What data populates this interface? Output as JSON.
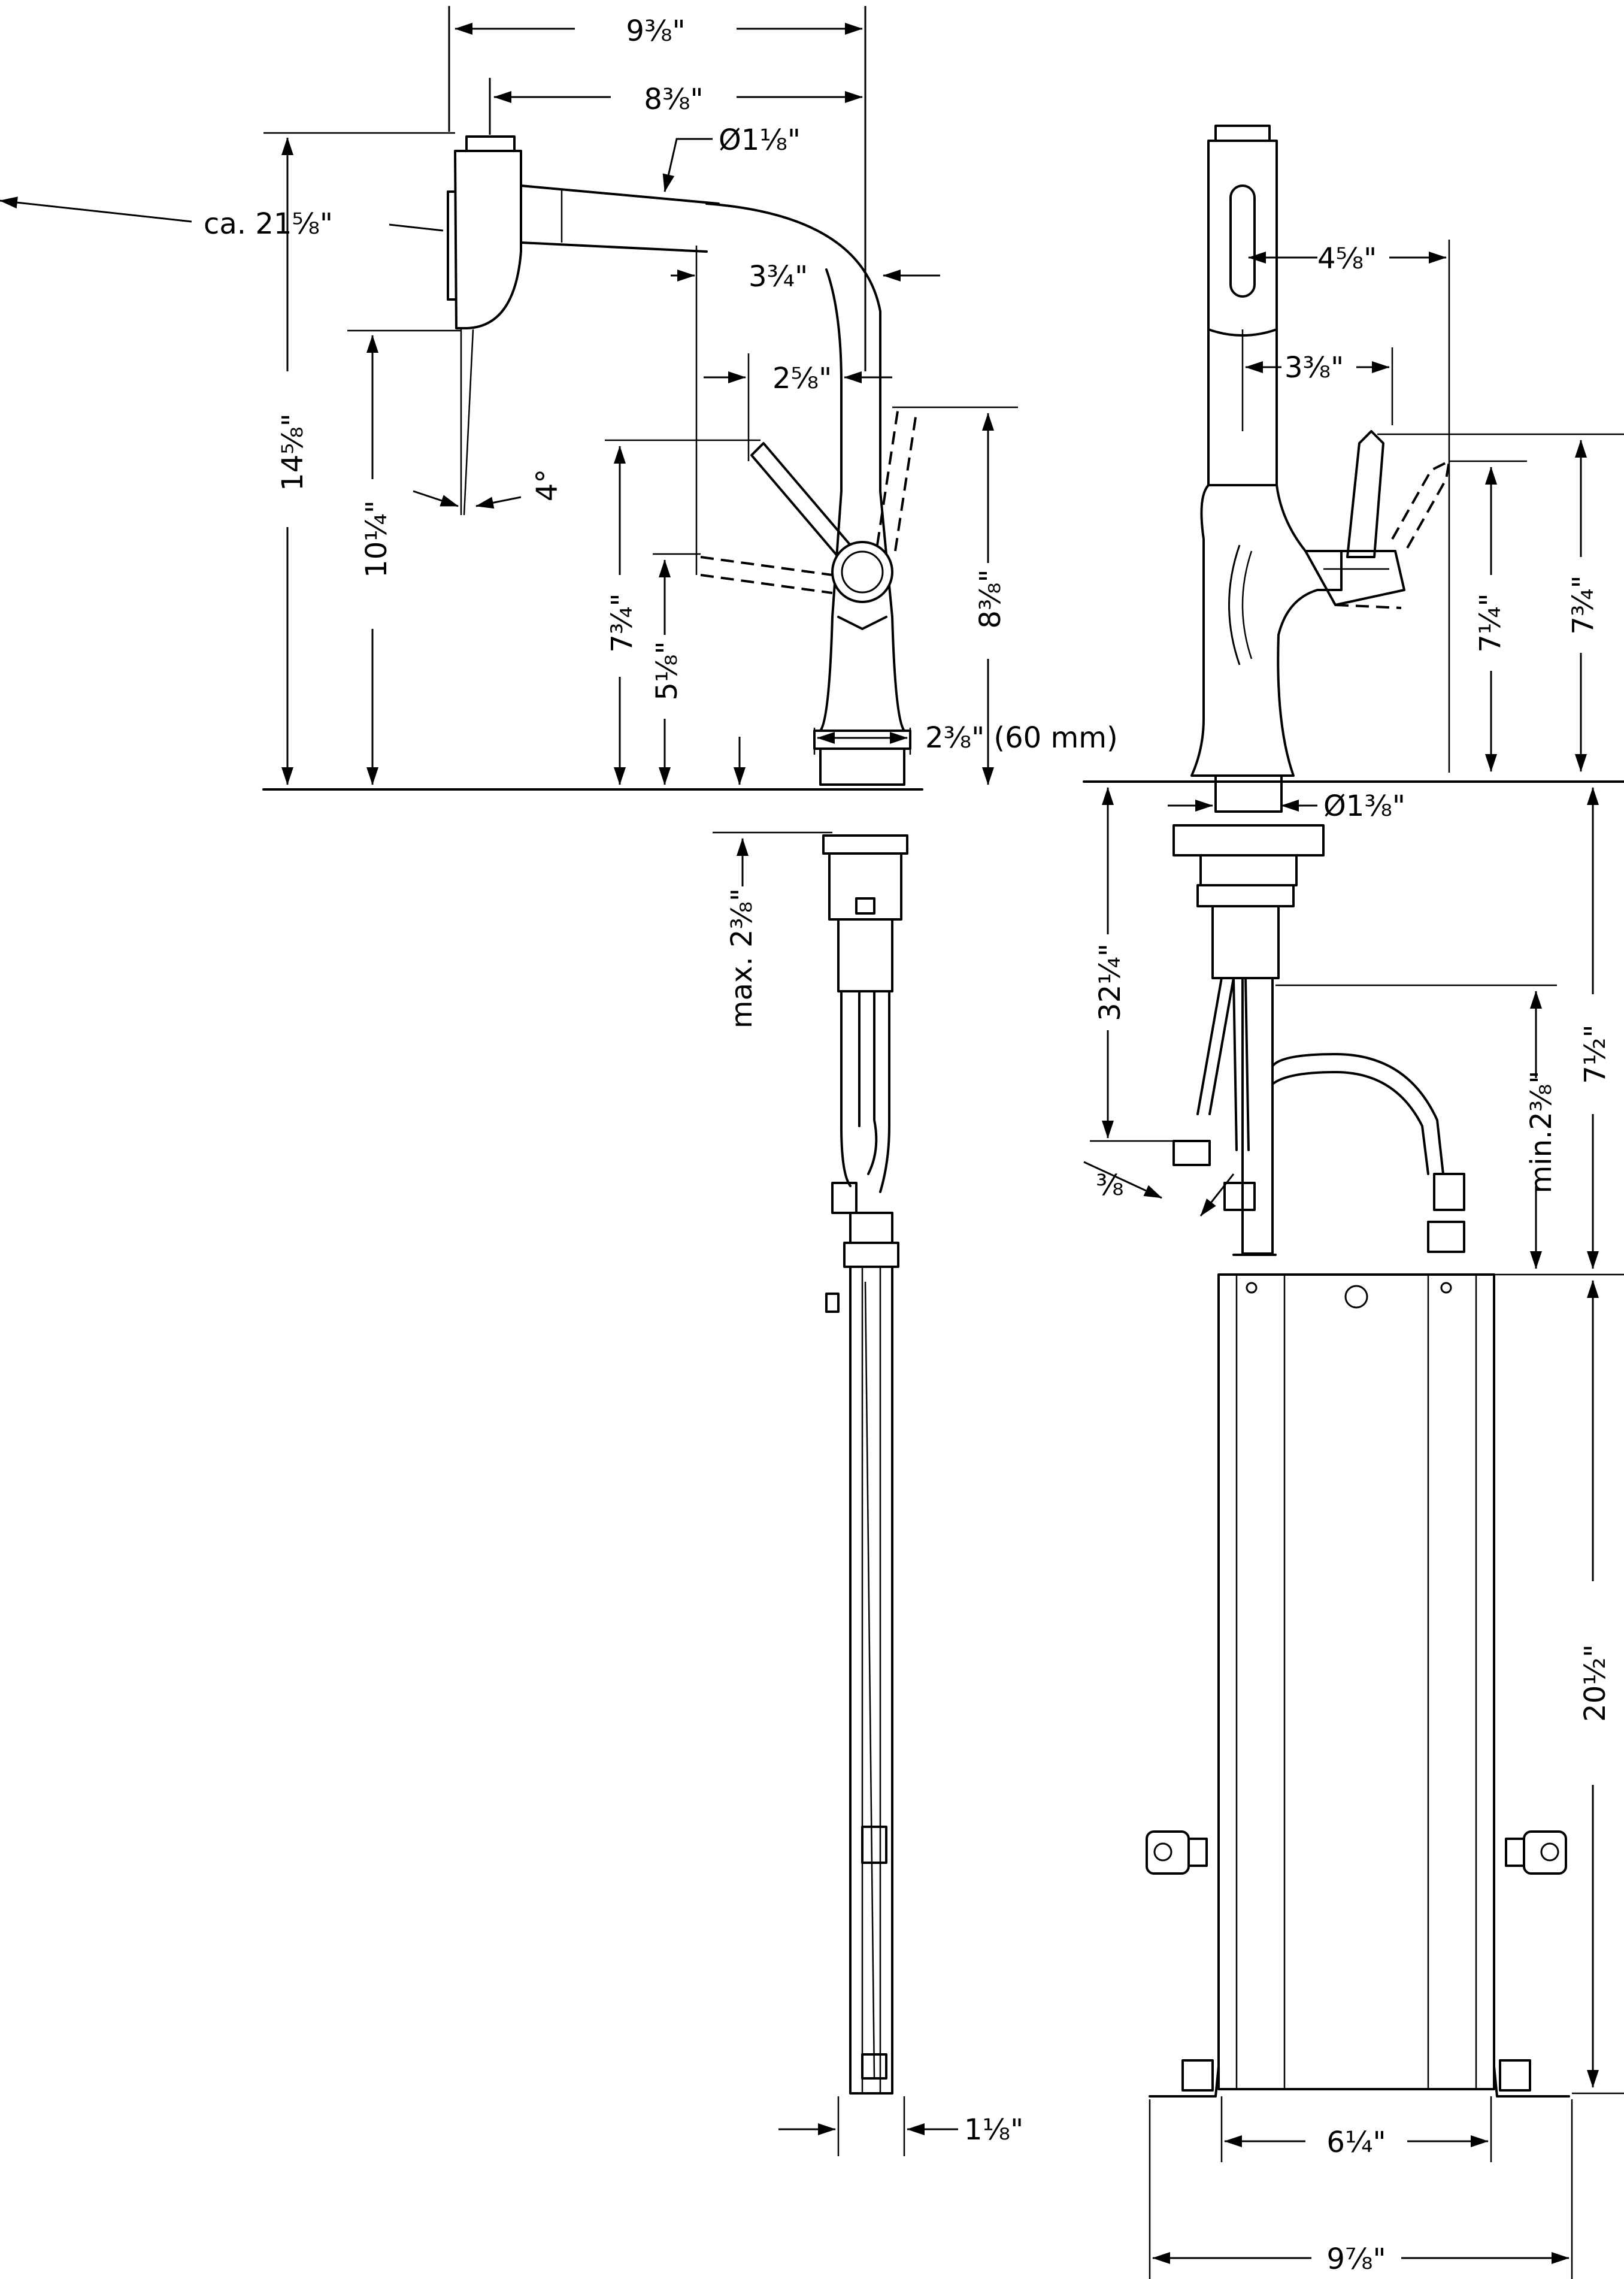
{
  "diagram": {
    "front_view": {
      "overall_reach": "9⅜\"",
      "spout_reach": "8⅜\"",
      "spray_diameter": "Ø1⅛\"",
      "hose_extension": "ca. 21⅝\"",
      "spout_bend": "3¾\"",
      "lever_offset": "2⅝\"",
      "overall_height": "14⅝\"",
      "spout_outlet_height": "10¼\"",
      "spray_angle": "4°",
      "lever_top_height": "7¾\"",
      "lever_pivot_height": "5⅛\"",
      "body_height": "8⅜\"",
      "base_diameter": "2⅜\" (60 mm)",
      "max_deck_thickness": "max. 2⅜\"",
      "box_depth": "1⅛\""
    },
    "side_view": {
      "spray_to_lever": "4⅝\"",
      "lever_reach": "3⅜\"",
      "lever_height": "7¼\"",
      "body_height": "7¾\"",
      "shank_diameter": "Ø1⅜\"",
      "hose_length": "32¼\"",
      "connection": "⅜",
      "min_clearance": "min.2⅜\"",
      "supply_height": "7½\"",
      "box_height": "20½\"",
      "box_width": "6¼\"",
      "bracket_width": "9⅞\""
    }
  }
}
